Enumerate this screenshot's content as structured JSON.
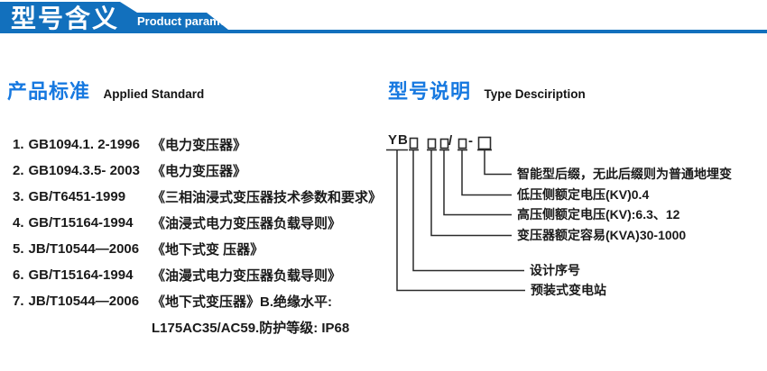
{
  "colors": {
    "banner": "#1270bd",
    "accent": "#1779e0",
    "line": "#2a2a2a"
  },
  "banner": {
    "title": "型号含义",
    "subtitle": "Product parameters"
  },
  "standards": {
    "heading_zh": "产品标准",
    "heading_en": "Applied Standard",
    "items": [
      {
        "num": "1.",
        "code": "GB1094.1. 2-1996",
        "title": "《电力变压器》"
      },
      {
        "num": "2.",
        "code": "GB1094.3.5- 2003",
        "title": "《电力变压器》"
      },
      {
        "num": "3.",
        "code": "GB/T6451-1999",
        "title": "《三相油浸式变压器技术参数和要求》"
      },
      {
        "num": "4.",
        "code": "GB/T15164-1994",
        "title": "《油浸式电力变压器负载导则》"
      },
      {
        "num": "5.",
        "code": "JB/T10544—2006",
        "title": "《地下式变 压器》"
      },
      {
        "num": "6.",
        "code": "GB/T15164-1994",
        "title": "《油漫式电力变压器负载导则》"
      },
      {
        "num": "7.",
        "code": "JB/T10544—2006",
        "title": "《地下式变压器》B.绝缘水平:"
      },
      {
        "num": "",
        "code": "",
        "title": "L175AC35/AC59.防护等级: IP68"
      }
    ]
  },
  "type_desc": {
    "heading_zh": "型号说明",
    "heading_en": "Type Desciription",
    "code": {
      "prefix": "YB",
      "slash": "/",
      "dash": "-"
    },
    "labels": [
      "智能型后缀，无此后缀则为普通地埋变",
      "低压侧额定电压(KV)0.4",
      "高压侧额定电压(KV):6.3、12",
      "变压器额定容易(KVA)30-1000",
      "设计序号",
      "预装式变电站"
    ]
  }
}
